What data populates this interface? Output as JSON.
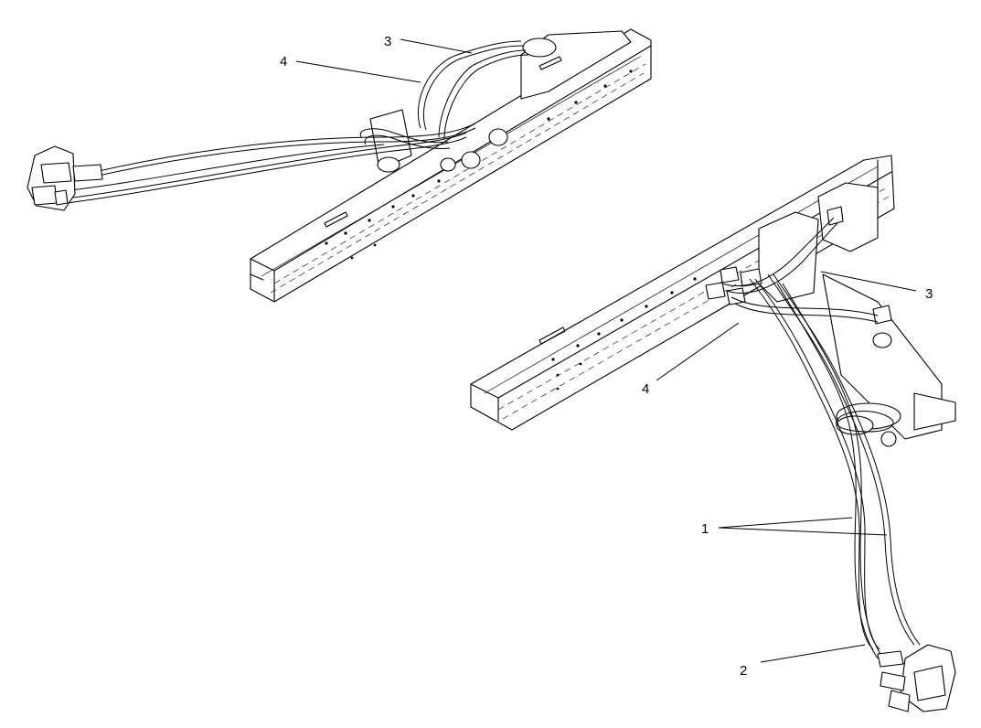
{
  "callouts": {
    "top_3": "3",
    "top_4": "4",
    "bottom_3": "3",
    "bottom_4": "4",
    "bottom_1": "1",
    "bottom_2": "2"
  }
}
